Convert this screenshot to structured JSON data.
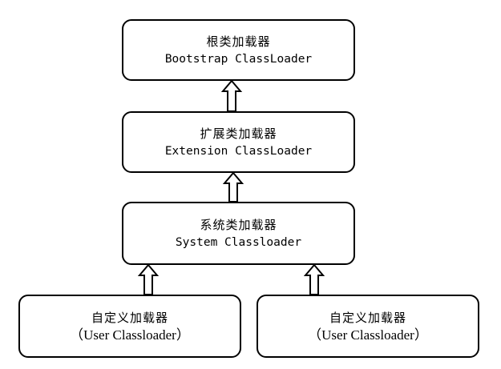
{
  "boxes": {
    "bootstrap": {
      "cn": "根类加载器",
      "en": "Bootstrap ClassLoader"
    },
    "extension": {
      "cn": "扩展类加载器",
      "en": "Extension ClassLoader"
    },
    "system": {
      "cn": "系统类加载器",
      "en": "System Classloader"
    },
    "user_left": {
      "cn": "自定义加载器",
      "en": "（User Classloader）"
    },
    "user_right": {
      "cn": "自定义加载器",
      "en": "（User Classloader）"
    }
  },
  "relations": [
    {
      "from": "extension",
      "to": "bootstrap"
    },
    {
      "from": "system",
      "to": "extension"
    },
    {
      "from": "user_left",
      "to": "system"
    },
    {
      "from": "user_right",
      "to": "system"
    }
  ],
  "colors": {
    "stroke": "#000000",
    "fill": "#ffffff"
  }
}
